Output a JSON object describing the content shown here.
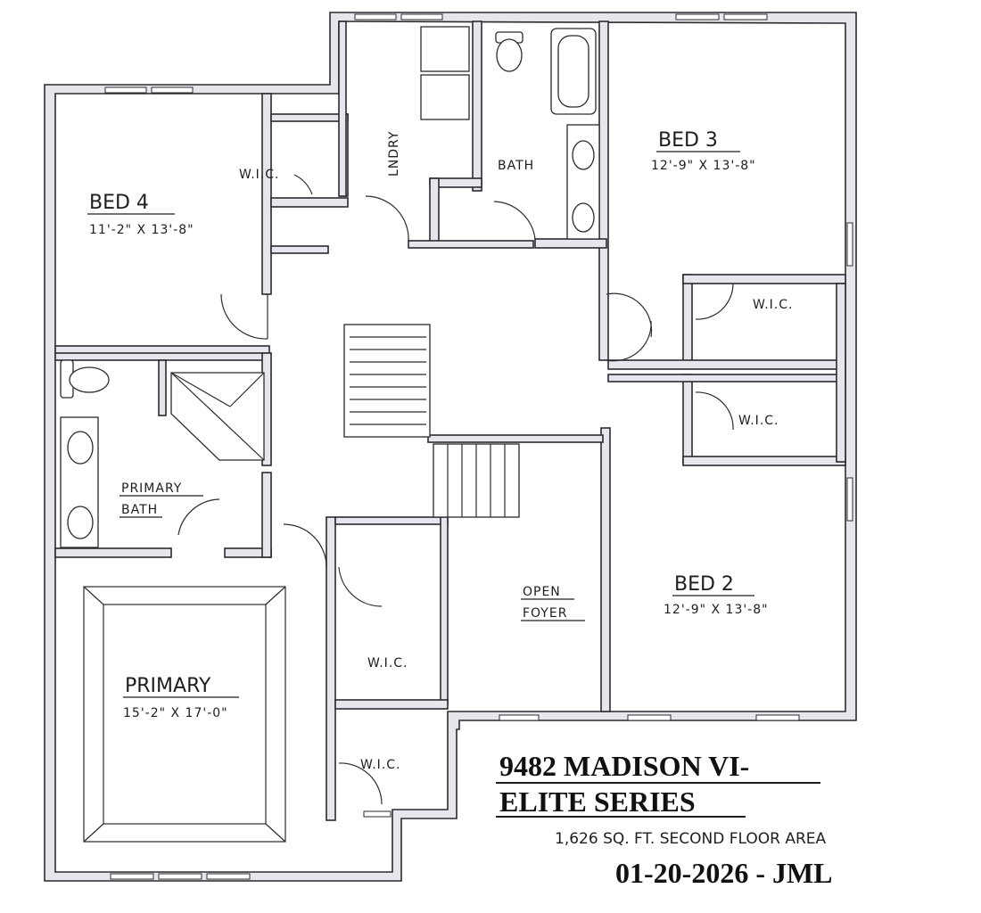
{
  "rooms": {
    "bed4": {
      "name": "BED 4",
      "dims": "11'-2\" X 13'-8\""
    },
    "bed3": {
      "name": "BED 3",
      "dims": "12'-9\" X 13'-8\""
    },
    "bed2": {
      "name": "BED 2",
      "dims": "12'-9\" X 13'-8\""
    },
    "primary": {
      "name": "PRIMARY",
      "dims": "15'-2\" X 17'-0\""
    },
    "laundry": "LNDRY",
    "bath": "BATH",
    "primary_bath_1": "PRIMARY",
    "primary_bath_2": "BATH",
    "foyer_1": "OPEN",
    "foyer_2": "FOYER",
    "wic": "W.I.C."
  },
  "title_block": {
    "line1": "9482 MADISON VI-",
    "line2": "ELITE SERIES",
    "area": "1,626 SQ. FT. SECOND FLOOR AREA",
    "date": "01-20-2026 - JML"
  }
}
